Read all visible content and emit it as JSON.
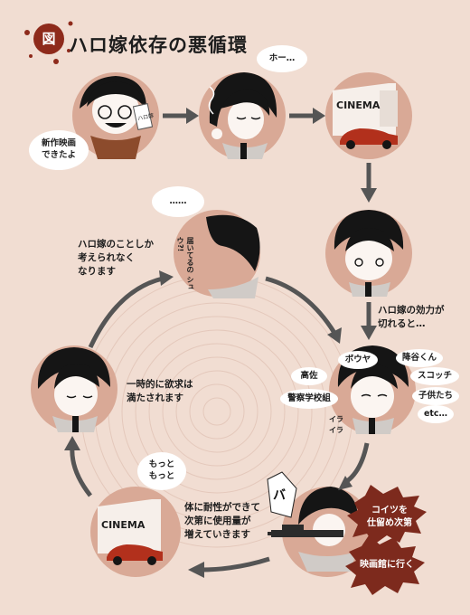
{
  "header": {
    "badge": "図",
    "title": "ハロ嫁依存の悪循環"
  },
  "panels": {
    "p1": {
      "speech": "新作映画\nできたよ",
      "sign": "ハロ嫁"
    },
    "p2": {
      "sigh": "ホー…"
    },
    "p3": {
      "sign": "CINEMA"
    },
    "p5": {
      "sfx": "イラ\nイラ"
    },
    "p8": {
      "speech": "もっと\nもっと",
      "sign": "CINEMA"
    },
    "p9": {
      "thought": "……",
      "whisper": "届いてるの\nシュウ?!"
    }
  },
  "captions": {
    "think_only": "ハロ嫁のことしか\n考えられなく\nなります",
    "wears_off": "ハロ嫁の効力が\n切れると…",
    "satisfied": "一時的に欲求は\n満たされます",
    "tolerance": "体に耐性ができて\n次第に使用量が\n増えていきます"
  },
  "cravings": [
    "ボウヤ",
    "降谷くん",
    "高佐",
    "スコッチ",
    "子供たち",
    "警察学校組",
    "etc…"
  ],
  "explosions": {
    "top": "コイツを\n仕留め次第",
    "bottom": "映画館に行く"
  },
  "colors": {
    "background": "#f1ddd2",
    "panel": "#d9a996",
    "arrow": "#555555",
    "badge": "#8e2a1b",
    "explosion": "#7d2a1d"
  }
}
